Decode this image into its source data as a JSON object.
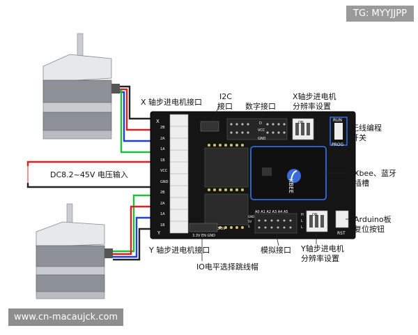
{
  "watermarks": {
    "top": "TG: MYYJJPP",
    "bottom": "www.cn-macaujck.com"
  },
  "labels": {
    "x_motor": "X 轴步进电机接口",
    "i2c_line1": "I2C",
    "i2c_line2": "接口",
    "digital": "数字接口",
    "x_res_line1": "X轴步进电机",
    "x_res_line2": "分辨率设置",
    "wireless_line1": "无线编程",
    "wireless_line2": "开关",
    "power_input": "DC8.2~45V 电压输入",
    "xbee_line1": "Xbee、蓝牙",
    "xbee_line2": "插槽",
    "arduino_line1": "Arduino板",
    "arduino_line2": "复位按钮",
    "y_motor": "Y 轴步进电机接口",
    "analog": "模拟接口",
    "y_res_line1": "Y轴步进电机",
    "y_res_line2": "分辨率设置",
    "io_level": "IO电平选择跳线帽"
  },
  "board": {
    "pins_left": [
      "2B",
      "2A",
      "1A",
      "1B",
      "VCC",
      "GND",
      "2B",
      "2A",
      "1A",
      "1B"
    ],
    "x_mark": "X",
    "y_mark": "Y",
    "xbee": "XBEE",
    "run": "RUN",
    "prog": "PROG",
    "rst": "RST",
    "on": "ON",
    "vcc": "VCC",
    "gnd": "GND",
    "d": "D",
    "v33": "3.3V",
    "v33_en_gnd": "3.3V EN GND",
    "analog_pins": "A0 A1 A2 A3 A4 A5",
    "analog_rows": [
      "GND",
      "5V",
      "S"
    ],
    "dip_side": [
      "H",
      "L",
      "L"
    ]
  },
  "colors": {
    "board": "#151515",
    "accent_blue": "#2f6be0",
    "motor_body": "#9aa0a6",
    "wire_red": "#e02020",
    "wire_green": "#1fbf3a",
    "wire_blue": "#1f3fd8",
    "wire_black": "#222222"
  }
}
